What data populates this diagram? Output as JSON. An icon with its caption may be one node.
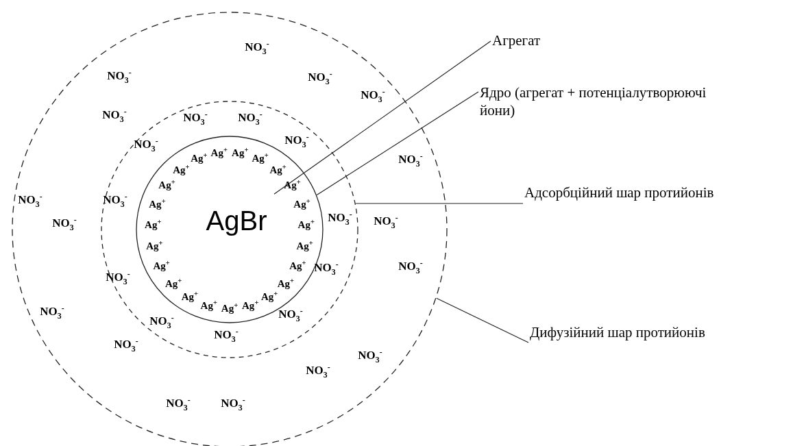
{
  "diagram": {
    "nodes": [
      {
        "text": [],
        "shape": "circle"
      },
      {
        "text": [],
        "shape": "circle",
        "in": 0
      },
      {
        "text": [],
        "shape": "circle",
        "in": 1
      },
      {
        "text": [
          "AgBr"
        ],
        "in": 2
      },
      {
        "text": [
          "Агрегат"
        ]
      },
      {
        "text": [
          "Ядро (агрегат + потенціалутворюючі йони)"
        ]
      },
      {
        "text": [
          "Адсорбційний шар протийонів"
        ]
      },
      {
        "text": [
          "Дифузійний шар протийонів"
        ]
      }
    ],
    "edges": [
      {
        "from": 4,
        "to": 3,
        "arrow": "none"
      },
      {
        "from": 5,
        "to": 2,
        "arrow": "none"
      },
      {
        "from": 6,
        "to": 1,
        "arrow": "none"
      },
      {
        "from": 7,
        "to": 0,
        "arrow": "none"
      }
    ],
    "labels": [
      "Ag$^{+}$",
      "Ag$^{+}$",
      "Ag$^{+}$",
      "Ag$^{+}$",
      "Ag$^{+}$",
      "Ag$^{+}$",
      "Ag$^{+}$",
      "Ag$^{+}$",
      "Ag$^{+}$",
      "Ag$^{+}$",
      "Ag$^{+}$",
      "Ag$^{+}$",
      "Ag$^{+}$",
      "Ag$^{+}$",
      "Ag$^{+}$",
      "Ag$^{+}$",
      "Ag$^{+}$",
      "Ag$^{+}$",
      "Ag$^{+}$",
      "Ag$^{+}$",
      "Ag$^{+}$",
      "Ag$^{+}$",
      "Ag$^{+}$",
      "NO$_{3}$$^{-}$",
      "NO$_{3}$$^{-}$",
      "NO$_{3}$$^{-}$",
      "NO$_{3}$$^{-}$",
      "NO$_{3}$$^{-}$",
      "NO$_{3}$$^{-}$",
      "NO$_{3}$$^{-}$",
      "NO$_{3}$$^{-}$",
      "NO$_{3}$$^{-}$",
      "NO$_{3}$$^{-}$",
      "NO$_{3}$$^{-}$",
      "NO$_{3}$$^{-}$",
      "NO$_{3}$$^{-}$",
      "NO$_{3}$$^{-}$",
      "NO$_{3}$$^{-}$",
      "NO$_{3}$$^{-}$",
      "NO$_{3}$$^{-}$",
      "NO$_{3}$$^{-}$",
      "NO$_{3}$$^{-}$",
      "NO$_{3}$$^{-}$",
      "NO$_{3}$$^{-}$",
      "NO$_{3}$$^{-}$",
      "NO$_{3}$$^{-}$",
      "NO$_{3}$$^{-}$",
      "NO$_{3}$$^{-}$",
      "NO$_{3}$$^{-}$",
      "NO$_{3}$$^{-}$"
    ]
  }
}
